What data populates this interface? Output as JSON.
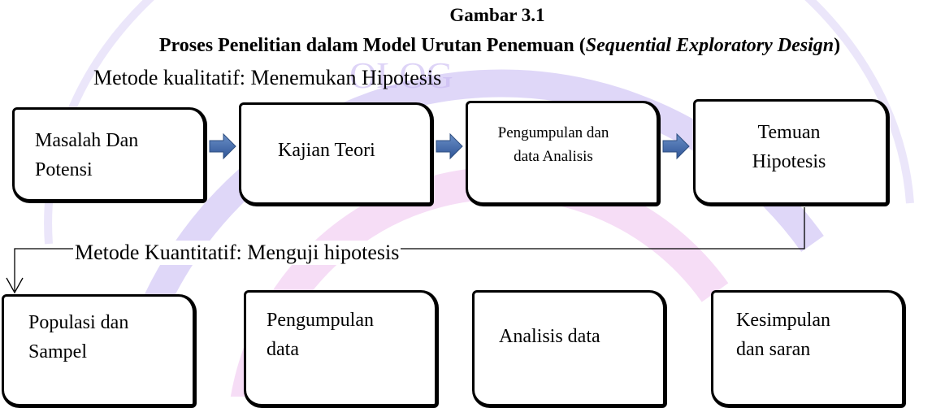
{
  "figure": {
    "number": "Gambar 3.1",
    "title_main": "Proses Penelitian dalam Model Urutan Penemuan (",
    "title_italic": "Sequential Exploratory Design",
    "title_close": ")"
  },
  "qualitative": {
    "label": "Metode kualitatif: Menemukan Hipotesis",
    "boxes": [
      {
        "line1": "Masalah Dan",
        "line2": "Potensi"
      },
      {
        "line1": "Kajian Teori",
        "line2": ""
      },
      {
        "line1": "Pengumpulan dan",
        "line2": "data Analisis"
      },
      {
        "line1": "Temuan",
        "line2": "Hipotesis"
      }
    ]
  },
  "quantitative": {
    "label": "Metode Kuantitatif: Menguji hipotesis",
    "boxes": [
      {
        "line1": "Populasi dan",
        "line2": "Sampel"
      },
      {
        "line1": "Pengumpulan",
        "line2": "data"
      },
      {
        "line1": "Analisis data",
        "line2": ""
      },
      {
        "line1": "Kesimpulan",
        "line2": "dan saran"
      }
    ]
  },
  "watermark": {
    "text": "OLOG",
    "colors": [
      "#7b5bd6",
      "#e57be0"
    ]
  }
}
